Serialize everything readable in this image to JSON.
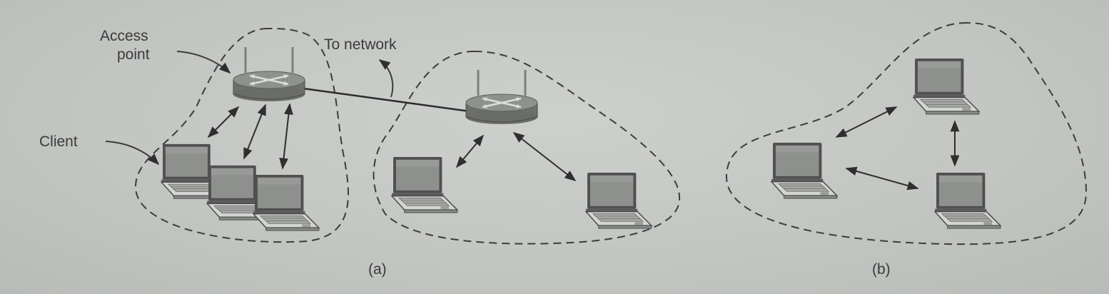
{
  "labels": {
    "access_point_line1": "Access",
    "access_point_line2": "point",
    "to_network": "To network",
    "client": "Client"
  },
  "captions": {
    "a": "(a)",
    "b": "(b)"
  },
  "icons": {
    "router": "access-point-router-icon",
    "laptop": "laptop-icon"
  },
  "colors": {
    "background": "#c3c6c2",
    "router_top": "#8f918e",
    "router_body": "#6f716e",
    "laptop_screen": "#8d8f8c",
    "laptop_frame": "#4a4b4a",
    "laptop_base": "#d2d4d1",
    "line": "#2e2f2e"
  }
}
